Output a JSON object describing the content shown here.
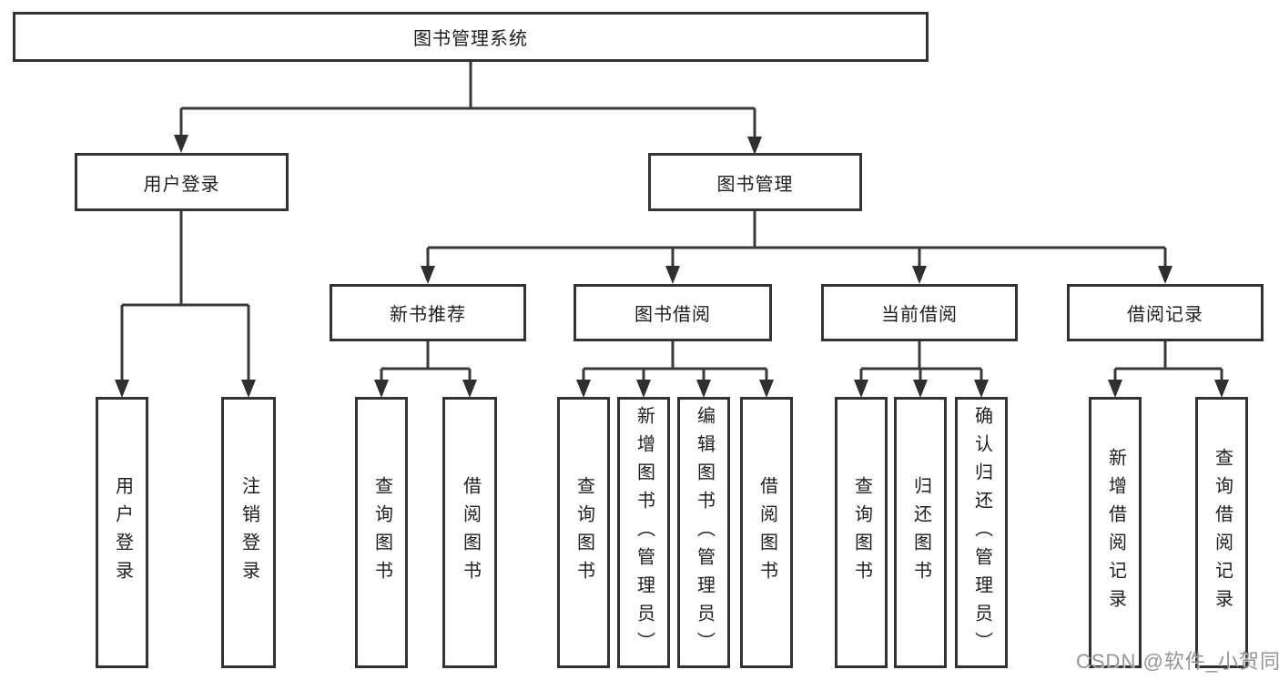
{
  "nodes": {
    "root": "图书管理系统",
    "level2": {
      "user_login": "用户登录",
      "book_management": "图书管理"
    },
    "level3": {
      "new_book_recommend": "新书推荐",
      "book_borrow": "图书借阅",
      "current_borrow": "当前借阅",
      "borrow_records": "借阅记录"
    },
    "leaves": {
      "user_login": "用户登录",
      "logout": "注销登录",
      "nbr_query_books": "查询图书",
      "nbr_borrow_books": "借阅图书",
      "bb_query_books": "查询图书",
      "bb_add_books": "新增图书（管理员）",
      "bb_edit_books": "编辑图书（管理员）",
      "bb_borrow_books": "借阅图书",
      "cb_query_books": "查询图书",
      "cb_return_books": "归还图书",
      "cb_confirm_return": "确认归还（管理员）",
      "br_add_record": "新增借阅记录",
      "br_query_record": "查询借阅记录"
    }
  },
  "watermark": "CSDN @软件_小贺同学",
  "colors": {
    "line": "#3a3a3a",
    "arrow": "#2f2f2f",
    "box_border": "#333333",
    "text": "#1e1e1e",
    "watermark": "#8a8a92",
    "background": "#ffffff"
  }
}
